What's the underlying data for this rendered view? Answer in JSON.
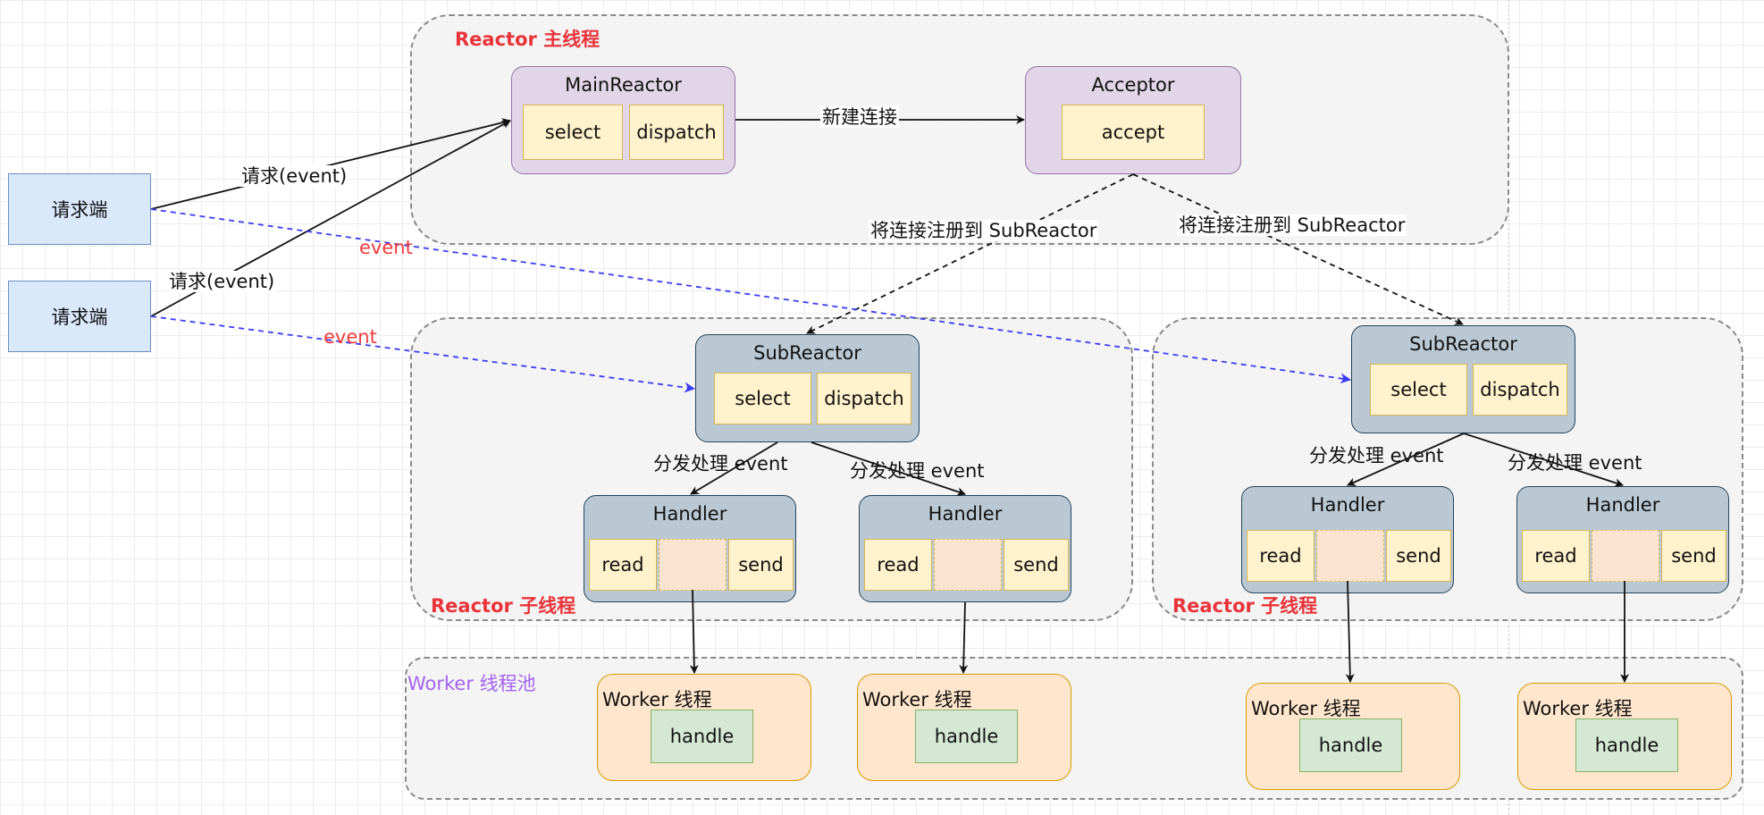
{
  "groups": {
    "main_thread": "Reactor 主线程",
    "sub_thread_left": "Reactor 子线程",
    "sub_thread_right": "Reactor 子线程",
    "worker_pool": "Worker 线程池"
  },
  "clients": [
    "请求端",
    "请求端"
  ],
  "main_reactor": {
    "title": "MainReactor",
    "cells": [
      "select",
      "dispatch"
    ]
  },
  "acceptor": {
    "title": "Acceptor",
    "cells": [
      "accept"
    ]
  },
  "sub_reactors": [
    {
      "title": "SubReactor",
      "cells": [
        "select",
        "dispatch"
      ]
    },
    {
      "title": "SubReactor",
      "cells": [
        "select",
        "dispatch"
      ]
    }
  ],
  "handlers": [
    {
      "title": "Handler",
      "read": "read",
      "send": "send"
    },
    {
      "title": "Handler",
      "read": "read",
      "send": "send"
    },
    {
      "title": "Handler",
      "read": "read",
      "send": "send"
    },
    {
      "title": "Handler",
      "read": "read",
      "send": "send"
    }
  ],
  "workers": [
    {
      "title": "Worker 线程",
      "task": "handle"
    },
    {
      "title": "Worker 线程",
      "task": "handle"
    },
    {
      "title": "Worker 线程",
      "task": "handle"
    },
    {
      "title": "Worker 线程",
      "task": "handle"
    }
  ],
  "edge_labels": {
    "request_1": "请求(event)",
    "request_2": "请求(event)",
    "new_connection": "新建连接",
    "register_left": "将连接注册到 SubReactor",
    "register_right": "将连接注册到 SubReactor",
    "event_1": "event",
    "event_2": "event",
    "dispatch_1": "分发处理 event",
    "dispatch_2": "分发处理 event",
    "dispatch_3": "分发处理 event",
    "dispatch_4": "分发处理 event"
  },
  "colors": {
    "group_label": "#e8343a",
    "worker_pool_label": "#a463f2",
    "event_arrow": "#3c3cf5",
    "event_label": "#f03a3a",
    "client_fill": "#dae8fc",
    "reactor_fill": "#e1d5e7",
    "subreactor_fill": "#bac8d3",
    "cell_fill": "#fff2cc",
    "worker_fill": "#ffe6cc",
    "handle_fill": "#d5e8d4"
  }
}
